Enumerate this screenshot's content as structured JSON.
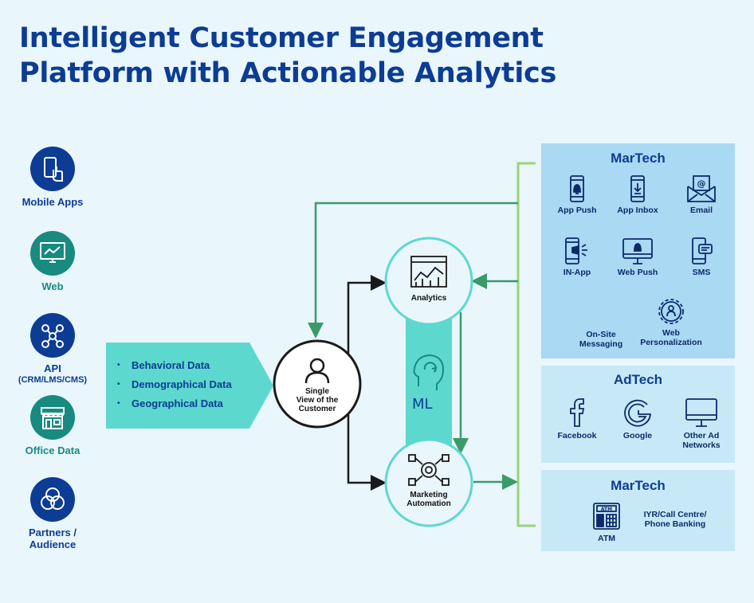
{
  "title": {
    "line1": "Intelligent Customer Engagement",
    "line2": "Platform with Actionable Analytics"
  },
  "sources": [
    {
      "label": "Mobile Apps",
      "icon": "mobile-touch-icon"
    },
    {
      "label": "Web",
      "icon": "monitor-chart-icon"
    },
    {
      "label": "API",
      "sublabel": "(CRM/LMS/CMS)",
      "icon": "network-nodes-icon"
    },
    {
      "label": "Office Data",
      "icon": "storefront-icon"
    },
    {
      "label": "Partners /",
      "label2": "Audience",
      "icon": "overlapping-circles-icon"
    }
  ],
  "data_types": [
    "Behavioral Data",
    "Demographical Data",
    "Geographical Data"
  ],
  "center": {
    "single_view": [
      "Single",
      "View of the",
      "Customer"
    ],
    "analytics": "Analytics",
    "marketing": [
      "Marketing",
      "Automation"
    ],
    "ml": "ML"
  },
  "panels": {
    "martech1": {
      "title": "MarTech",
      "items": [
        {
          "label": "App Push",
          "icon": "phone-bell-icon"
        },
        {
          "label": "App Inbox",
          "icon": "phone-download-icon"
        },
        {
          "label": "Email",
          "icon": "envelope-icon"
        },
        {
          "label": "IN-App",
          "icon": "phone-megaphone-icon"
        },
        {
          "label": "Web Push",
          "icon": "monitor-bell-icon"
        },
        {
          "label": "SMS",
          "icon": "phone-chat-icon"
        },
        {
          "label": "On-Site",
          "label2": "Messaging"
        },
        {
          "label": "Web",
          "label2": "Personalization",
          "icon": "gear-person-icon"
        }
      ]
    },
    "adtech": {
      "title": "AdTech",
      "items": [
        {
          "label": "Facebook",
          "icon": "facebook-icon"
        },
        {
          "label": "Google",
          "icon": "google-icon"
        },
        {
          "label": "Other Ad",
          "label2": "Networks",
          "icon": "monitor-icon"
        }
      ]
    },
    "martech2": {
      "title": "MarTech",
      "items": [
        {
          "label": "ATM",
          "icon": "atm-icon"
        },
        {
          "label": "IYR/Call Centre/",
          "label2": "Phone Banking"
        }
      ]
    }
  },
  "colors": {
    "navy": "#0c3c94",
    "teal": "#188a80",
    "aqua": "#5dd8cf",
    "green_arrow": "#3a9a6a",
    "panel_blue": "#a9d9f3",
    "panel_light": "#c7e9f7",
    "bracket": "#9cd27a"
  }
}
